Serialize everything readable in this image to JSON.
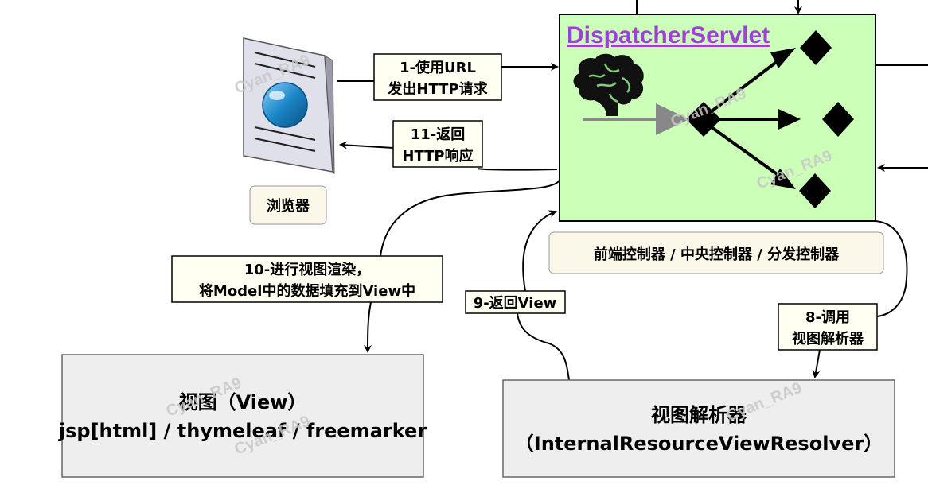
{
  "dispatcher": {
    "title": "DispatcherServlet",
    "caption": "前端控制器 / 中央控制器 / 分发控制器"
  },
  "browser": {
    "label": "浏览器"
  },
  "arrows": {
    "request_line1": "1-使用URL",
    "request_line2": "发出HTTP请求",
    "response_line1": "11-返回",
    "response_line2": "HTTP响应",
    "render_line1": "10-进行视图渲染，",
    "render_line2": "将Model中的数据填充到View中",
    "return_view": "9-返回View",
    "invoke_line1": "8-调用",
    "invoke_line2": "视图解析器"
  },
  "view_box": {
    "line1": "视图（View）",
    "line2": "jsp[html] / thymeleaf / freemarker"
  },
  "resolver_box": {
    "line1": "视图解析器",
    "line2": "（InternalResourceViewResolver）"
  },
  "watermark": "Cyan_RA9",
  "colors": {
    "dispatcher_fill": "#ccffb8",
    "title_purple": "#9d3fd8",
    "label_fill": "#fffff2",
    "caption_fill": "#fbf8e9",
    "box_fill": "#eeeeee",
    "browser_globe": "#1b86c7"
  }
}
